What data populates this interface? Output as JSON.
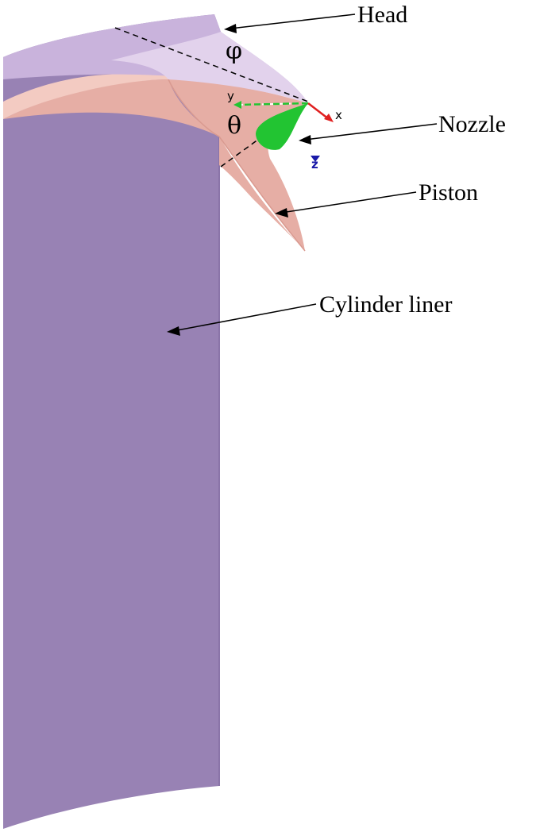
{
  "labels": {
    "head": "Head",
    "nozzle": "Nozzle",
    "piston": "Piston",
    "cylinder_liner": "Cylinder liner"
  },
  "angles": {
    "phi": "φ",
    "theta": "θ"
  },
  "axes": {
    "x": "x",
    "y": "y",
    "z": "z"
  },
  "colors": {
    "cylinder_liner": "#9882b4",
    "cylinder_liner_edge": "#8a74a8",
    "head": "#c9b3dc",
    "head_light": "#e2d2ec",
    "piston": "#e6aea5",
    "piston_light": "#f3cbc2",
    "nozzle_spray": "#22c432",
    "x_axis": "#e02020",
    "y_axis": "#22c432",
    "z_axis": "#1a1aa8"
  }
}
